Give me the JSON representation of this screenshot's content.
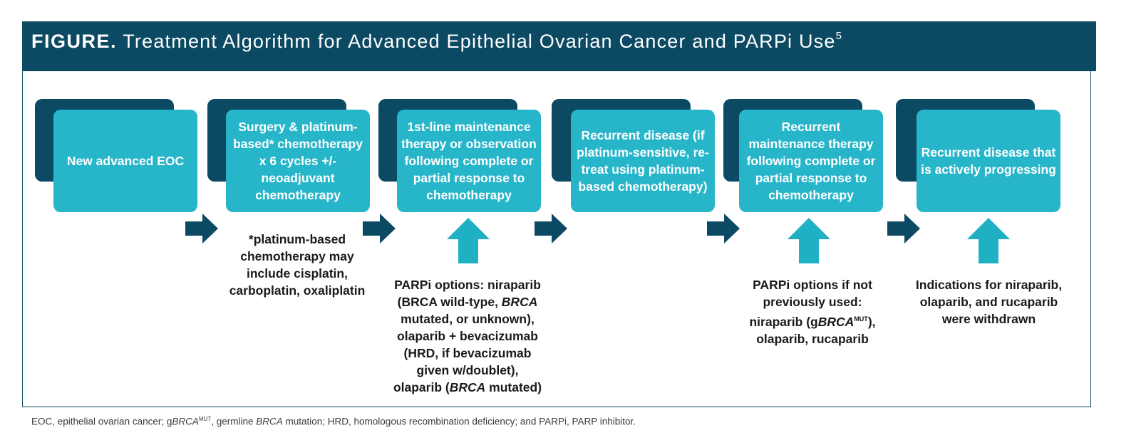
{
  "header": {
    "label": "FIGURE.",
    "title": "Treatment Algorithm for Advanced Epithelial Ovarian Cancer and PARPi Use",
    "ref": "5"
  },
  "steps": [
    {
      "text": "New advanced EOC"
    },
    {
      "text": "Surgery & platinum-based* chemotherapy x 6 cycles +/- neoadjuvant chemotherapy"
    },
    {
      "text": "1st-line maintenance therapy or observation following complete or partial response to chemotherapy"
    },
    {
      "text": "Recurrent disease (if platinum-sensitive, re-treat using platinum-based chemotherapy)"
    },
    {
      "text": "Recurrent maintenance therapy following complete or partial response to chemotherapy"
    },
    {
      "text": "Recurrent disease that is actively progressing"
    }
  ],
  "notes": {
    "platinum": [
      "*platinum-based",
      "chemotherapy may",
      "include cisplatin,",
      "carboplatin, oxaliplatin"
    ],
    "first_line": {
      "l1": "PARPi options: niraparib",
      "l2a": "(BRCA wild-type, ",
      "l2b": "BRCA",
      "l3": "mutated, or unknown),",
      "l4": "olaparib + bevacizumab",
      "l5": "(HRD, if bevacizumab",
      "l6": "given w/doublet),",
      "l7a": "olaparib (",
      "l7b": "BRCA",
      "l7c": " mutated)"
    },
    "recurrent": {
      "l1": "PARPi options if not",
      "l2": "previously used:",
      "l3a": "niraparib (g",
      "l3b": "BRCA",
      "l3c": "MUT",
      "l3d": "),",
      "l4": "olaparib, rucaparib"
    },
    "withdrawn": [
      "Indications for niraparib,",
      "olaparib, and rucaparib",
      "were withdrawn"
    ]
  },
  "footnote": {
    "a": "EOC, epithelial ovarian cancer; g",
    "b": "BRCA",
    "c": "MUT",
    "d": ", germline ",
    "e": "BRCA",
    "f": " mutation; HRD, homologous recombination deficiency; and PARPi, PARP inhibitor."
  },
  "colors": {
    "dark_teal": "#0c4a63",
    "light_teal": "#27b5c9",
    "arrow_up": "#1fb0c4"
  }
}
